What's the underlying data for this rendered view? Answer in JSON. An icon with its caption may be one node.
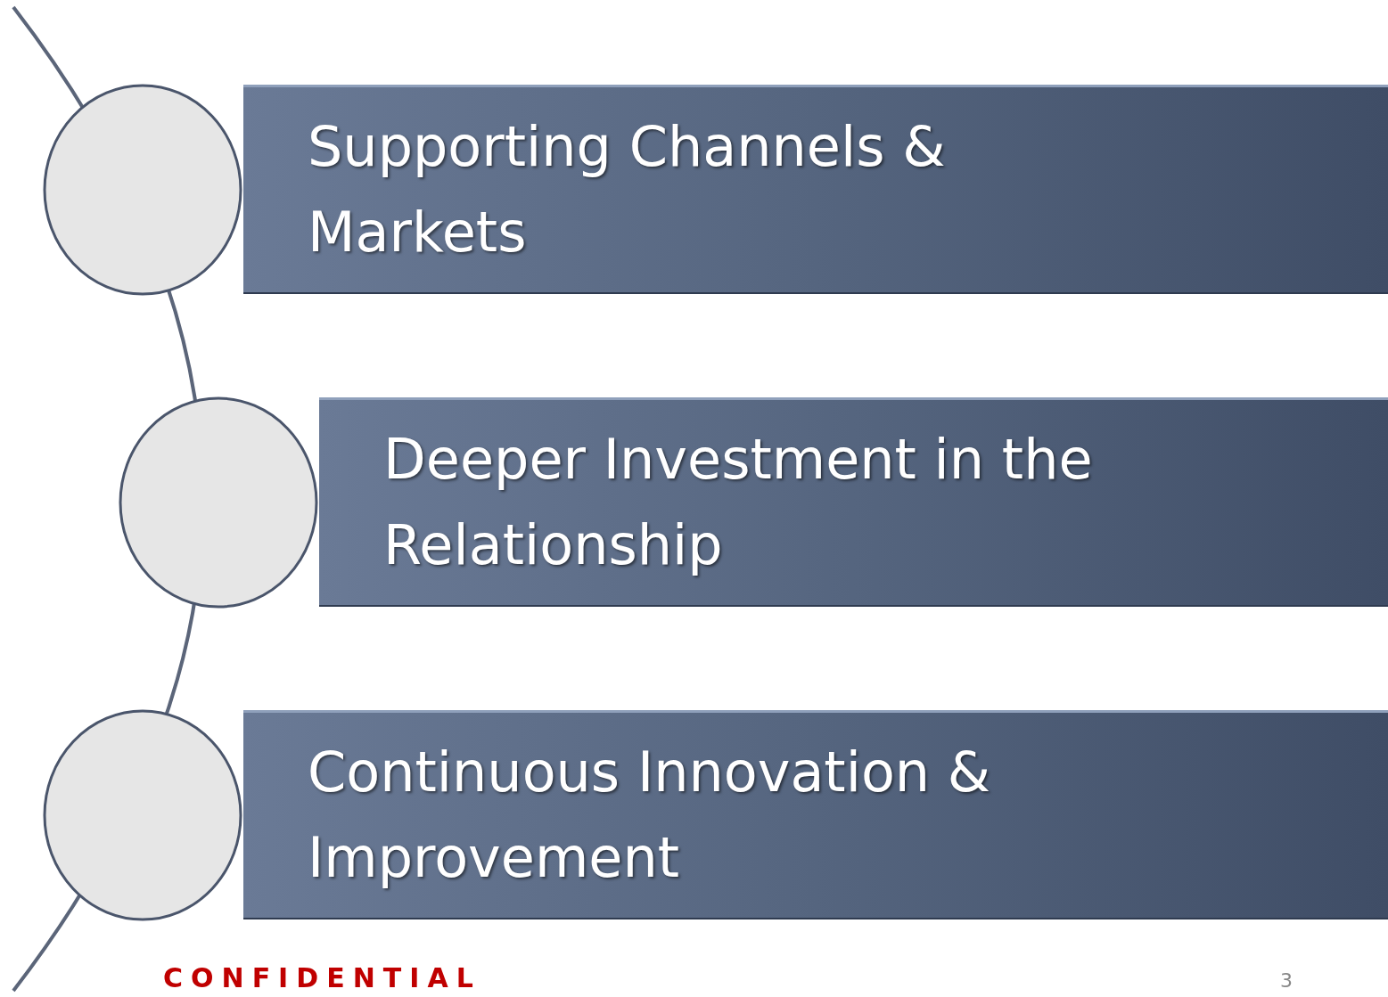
{
  "diagram": {
    "nodes": [
      {
        "text": [
          "Supporting Channels & Markets"
        ]
      },
      {
        "text": [],
        "shape": "circle"
      },
      {
        "text": [
          "Deeper Investment in the Relationship"
        ]
      },
      {
        "text": [],
        "shape": "circle"
      },
      {
        "text": [
          "Continuous Innovation & Improvement"
        ]
      },
      {
        "text": [],
        "shape": "circle"
      }
    ],
    "labels": [
      "CONFIDENTIAL",
      "3"
    ]
  }
}
